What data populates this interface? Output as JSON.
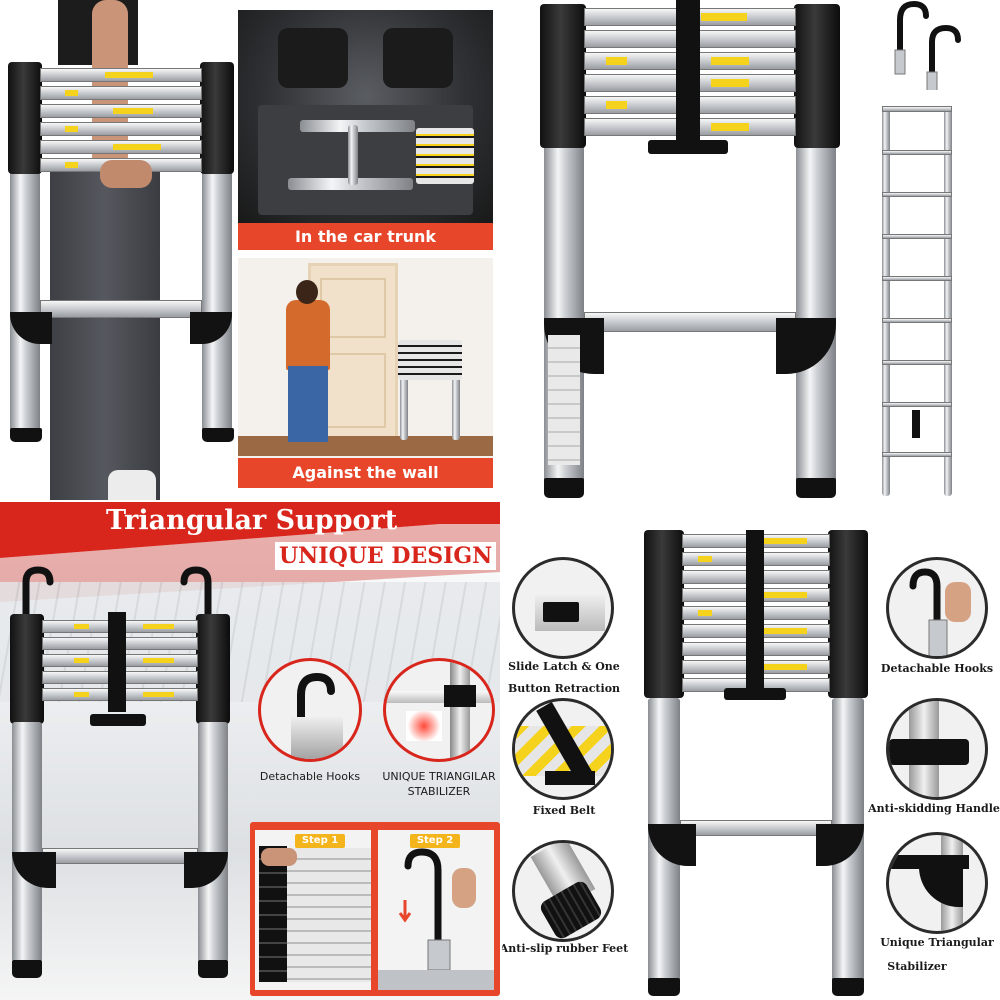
{
  "captions": {
    "car_trunk": "In the car trunk",
    "against_wall": "Against the wall"
  },
  "banner": {
    "title": "Triangular Support",
    "subtitle": "UNIQUE DESIGN",
    "detail_hooks": "Detachable Hooks",
    "detail_stabilizer_line1": "UNIQUE TRIANGILAR",
    "detail_stabilizer_line2": "STABILIZER",
    "step1": "Step 1",
    "step2": "Step 2"
  },
  "features_left": [
    {
      "line1": "Slide Latch & One",
      "line2": "Button Retraction"
    },
    {
      "line1": "Fixed Belt",
      "line2": ""
    },
    {
      "line1": "Anti-slip rubber Feet",
      "line2": ""
    }
  ],
  "features_right": [
    {
      "line1": "Detachable Hooks",
      "line2": ""
    },
    {
      "line1": "Anti-skidding Handle",
      "line2": ""
    },
    {
      "line1": "Unique Triangular",
      "line2": "Stabilizer"
    }
  ],
  "colors": {
    "accent_red": "#e8462b",
    "banner_red": "#d8261c",
    "sticker_yellow": "#f5d21b",
    "step_orange": "#f3b51b"
  },
  "icons": [
    "hook-icon",
    "latch-icon",
    "belt-icon",
    "rubber-foot-icon",
    "handle-icon",
    "stabilizer-icon",
    "arrow-down-icon"
  ]
}
